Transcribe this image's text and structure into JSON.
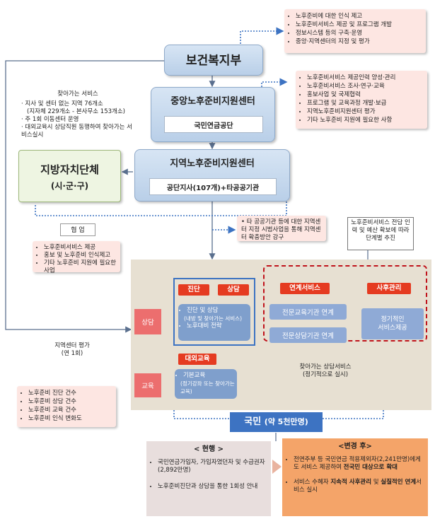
{
  "ministry": {
    "title": "보건복지부"
  },
  "ministry_notes": [
    "노후준비에 대한 인식 제고",
    "노후준비서비스 제공 및 프로그램 개발",
    "정보시스템 등의 구축·운영",
    "중앙·지역센터의 지정 및 평가"
  ],
  "central": {
    "title": "중앙노후준비지원센터",
    "org": "국민연금공단"
  },
  "central_notes": [
    "노후준비서비스 제공인력 양성·관리",
    "노후준비서비스 조사·연구·교육",
    "홍보사업 및 국제협력",
    "프로그램 및 교육과정 개발·보급",
    "지역노후준비지원센터 평가",
    "기타 노후준비 지원에 필요한 사항"
  ],
  "outreach": {
    "title": "찾아가는 서비스",
    "items": [
      "지사 및 센터 없는 지역 76개소",
      "(지자체 229개소 - 본사무소 153개소)",
      "주 1회 이동센터 운영",
      "대외교육시 상담직원 동행하여 찾아가는 서비스실시"
    ]
  },
  "regional": {
    "title": "지역노후준비지원센터",
    "org": "공단지사(107개)+타공공기관"
  },
  "local_gov": {
    "title": "지방자치단체",
    "subtitle": "(시·군·구)"
  },
  "regional_note": "타 공공기관 등에 대한 지역센터 지정 시범사업을 통해 지역센터 확충방안 강구",
  "plan_note": "노후준비서비스 전담 인력 및 예산 확보에 따라 단계별 추진",
  "cooperation": {
    "label": "협 업",
    "items": [
      "노후준비서비스 제공",
      "홍보 및 노후준비 인식제고",
      "기타 노후준비 지원에 필요한 사업"
    ]
  },
  "evaluation": {
    "title": "지역센터 평가",
    "period": "(연 1회)"
  },
  "evaluation_items": [
    "노후준비 진단 건수",
    "노후준비 상담 건수",
    "노후준비 교육 건수",
    "노후준비 인식 변화도"
  ],
  "flow": {
    "consult_side": "상담",
    "edu_side": "교육",
    "diagnosis_tag": "진단",
    "counsel_tag": "상담",
    "diagnosis_items": [
      "진단 및 상담",
      "(내방 및 찾아가는 서비스)",
      "노후대비 전략"
    ],
    "link_tag": "연계서비스",
    "care_tag": "사후관리",
    "link_edu": "전문교육기관 연계",
    "link_consult": "전문상담기관 연계",
    "care_box": [
      "정기적인",
      "서비스제공"
    ],
    "external_edu_tag": "대외교육",
    "edu_items": [
      "기본교육",
      "(정기강좌 또는 찾아가는 교육)"
    ],
    "visit_label": "찾아가는 상담서비스",
    "visit_sub": "(정기적으로 실시)"
  },
  "citizens": {
    "label": "국민",
    "count": "(약 5천만명)"
  },
  "current": {
    "title": "< 현행 >",
    "items": [
      "국민연금가입자, 가입자였던자 및 수급권자 (2,892만명)",
      "노후준비진단과 상담을 통한 1회성 안내"
    ]
  },
  "after": {
    "title": "<변경 후>",
    "item1_pre": "전연주부 등 국민연금 적용제외자(2,241만명)에게도 서비스 제공하여 ",
    "item1_bold": "전국민 대상으로 확대",
    "item2_pre": "서비스 수혜자 ",
    "item2_bold1": "지속적 사후관리",
    "item2_mid": " 및 ",
    "item2_bold2": "실질적인 연계",
    "item2_post": "서비스 실시"
  },
  "colors": {
    "accent_blue": "#5b8fd6",
    "tag_red": "#e53b21",
    "panel_beige": "#e7e0d2",
    "dashed_red": "#c0121b"
  }
}
